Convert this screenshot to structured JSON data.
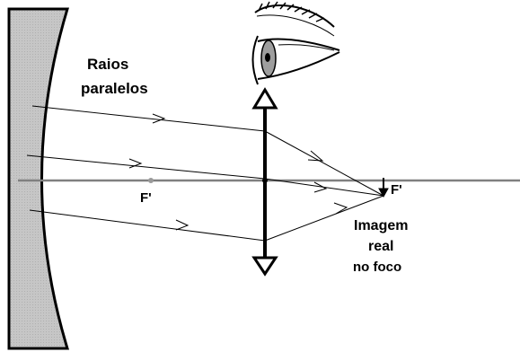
{
  "labels": {
    "rays_line1": "Raios",
    "rays_line2": "paralelos",
    "focus_left": "F'",
    "focus_right": "F'",
    "image_line1": "Imagem",
    "image_line2": "real",
    "image_line3": "no foco"
  },
  "colors": {
    "mirror_fill": "#c6c6c6",
    "axis": "#808080",
    "ink": "#000000"
  },
  "icons": {
    "eye": "eye-icon",
    "lens": "converging-lens-icon",
    "mirror": "concave-mirror-icon"
  }
}
